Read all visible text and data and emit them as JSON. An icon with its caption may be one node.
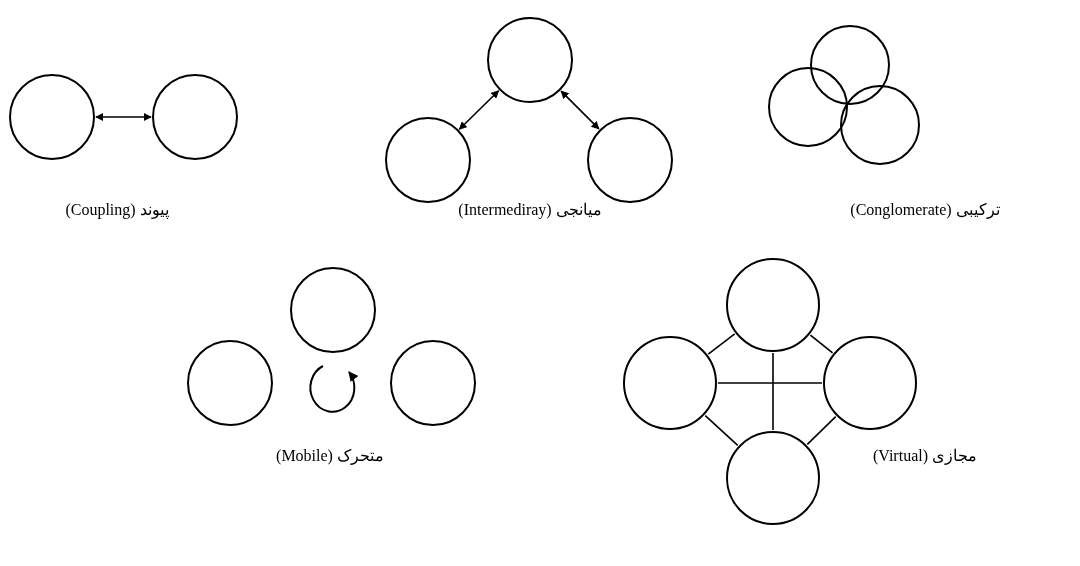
{
  "diagram": {
    "nodes": [
      {
        "text": [],
        "shape": "circle"
      },
      {
        "text": [],
        "shape": "circle"
      },
      {
        "text": [],
        "shape": "circle"
      },
      {
        "text": [],
        "shape": "circle"
      },
      {
        "text": [],
        "shape": "circle"
      },
      {
        "text": [],
        "shape": "circle"
      },
      {
        "text": [],
        "shape": "circle"
      },
      {
        "text": [],
        "shape": "circle"
      },
      {
        "text": [],
        "shape": "circle"
      },
      {
        "text": [],
        "shape": "circle"
      },
      {
        "text": [],
        "shape": "circle"
      },
      {
        "text": [],
        "shape": "circle"
      },
      {
        "text": [],
        "shape": "circle"
      },
      {
        "text": [],
        "shape": "circle"
      },
      {
        "text": [],
        "shape": "circle"
      }
    ],
    "edges": [
      {
        "from": 0,
        "to": 1,
        "arrow": "both"
      },
      {
        "from": 2,
        "to": 3,
        "arrow": "both"
      },
      {
        "from": 2,
        "to": 4,
        "arrow": "both"
      },
      {
        "from": 11,
        "to": 12,
        "arrow": "none"
      },
      {
        "from": 11,
        "to": 13,
        "arrow": "none"
      },
      {
        "from": 11,
        "to": 14,
        "arrow": "none"
      },
      {
        "from": 12,
        "to": 13,
        "arrow": "none"
      },
      {
        "from": 12,
        "to": 14,
        "arrow": "none"
      },
      {
        "from": 13,
        "to": 14,
        "arrow": "none"
      }
    ],
    "labels": [
      "پیوند (Coupling)",
      "میانجی (Intermediray)",
      "ترکیبی (Conglomerate)",
      "متحرک (Mobile)",
      "مجازی (Virtual)"
    ]
  }
}
